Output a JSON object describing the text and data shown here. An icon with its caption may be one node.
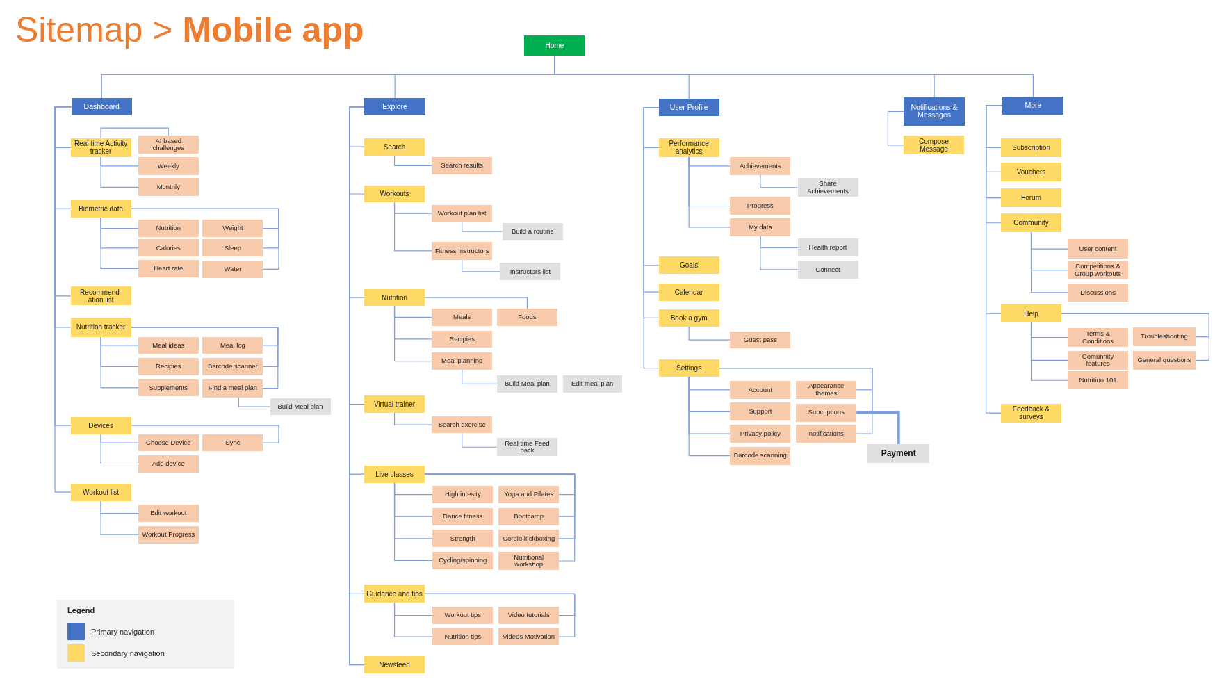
{
  "diagram": {
    "title": "Sitemap > **Mobile app**",
    "nodes": [
      {
        "text": [
          "Home"
        ]
      },
      {
        "text": [
          "Dashboard"
        ]
      },
      {
        "text": [
          "Real time Activity tracker"
        ]
      },
      {
        "text": [
          "AI based challenges"
        ]
      },
      {
        "text": [
          "Weekly"
        ]
      },
      {
        "text": [
          "Montnly"
        ]
      },
      {
        "text": [
          "Biometric data"
        ]
      },
      {
        "text": [
          "Nutrition"
        ]
      },
      {
        "text": [
          "Weight"
        ]
      },
      {
        "text": [
          "Calories"
        ]
      },
      {
        "text": [
          "Sleep"
        ]
      },
      {
        "text": [
          "Heart rate"
        ]
      },
      {
        "text": [
          "Water"
        ]
      },
      {
        "text": [
          "Recommend- ation list"
        ]
      },
      {
        "text": [
          "Nutrition tracker"
        ]
      },
      {
        "text": [
          "Meal ideas"
        ]
      },
      {
        "text": [
          "Meal log"
        ]
      },
      {
        "text": [
          "Recipies"
        ]
      },
      {
        "text": [
          "Barcode scanner"
        ]
      },
      {
        "text": [
          "Supplements"
        ]
      },
      {
        "text": [
          "Find a meal plan"
        ]
      },
      {
        "text": [
          "Build Meal plan"
        ]
      },
      {
        "text": [
          "Devices"
        ]
      },
      {
        "text": [
          "Choose Device"
        ]
      },
      {
        "text": [
          "Sync"
        ]
      },
      {
        "text": [
          "Add device"
        ]
      },
      {
        "text": [
          "Workout list"
        ]
      },
      {
        "text": [
          "Edit workout"
        ]
      },
      {
        "text": [
          "Workout Progress"
        ]
      },
      {
        "text": [
          "Explore"
        ]
      },
      {
        "text": [
          "Search"
        ]
      },
      {
        "text": [
          "Search results"
        ]
      },
      {
        "text": [
          "Workouts"
        ]
      },
      {
        "text": [
          "Workout plan list"
        ]
      },
      {
        "text": [
          "Build a routine"
        ]
      },
      {
        "text": [
          "Fitness Instructors"
        ]
      },
      {
        "text": [
          "Instructors list"
        ]
      },
      {
        "text": [
          "Nutrition"
        ]
      },
      {
        "text": [
          "Meals"
        ]
      },
      {
        "text": [
          "Foods"
        ]
      },
      {
        "text": [
          "Recipies"
        ]
      },
      {
        "text": [
          "Meal planning"
        ]
      },
      {
        "text": [
          "Build Meal plan"
        ]
      },
      {
        "text": [
          "Edit meal plan"
        ]
      },
      {
        "text": [
          "Virtual trainer"
        ]
      },
      {
        "text": [
          "Search exercise"
        ]
      },
      {
        "text": [
          "Real time Feed back"
        ]
      },
      {
        "text": [
          "Live classes"
        ]
      },
      {
        "text": [
          "High intesity"
        ]
      },
      {
        "text": [
          "Yoga and Pilates"
        ]
      },
      {
        "text": [
          "Dance fitness"
        ]
      },
      {
        "text": [
          "Bootcamp"
        ]
      },
      {
        "text": [
          "Strength"
        ]
      },
      {
        "text": [
          "Cordio kickboxing"
        ]
      },
      {
        "text": [
          "Cycling/spinning"
        ]
      },
      {
        "text": [
          "Nutritional workshop"
        ]
      },
      {
        "text": [
          "Guidance and tips"
        ]
      },
      {
        "text": [
          "Workout tips"
        ]
      },
      {
        "text": [
          "Video tutorials"
        ]
      },
      {
        "text": [
          "Nutrition tips"
        ]
      },
      {
        "text": [
          "Videos Motivation"
        ]
      },
      {
        "text": [
          "Newsfeed"
        ]
      },
      {
        "text": [
          "User Profile"
        ]
      },
      {
        "text": [
          "Performance analytics"
        ]
      },
      {
        "text": [
          "Achievements"
        ]
      },
      {
        "text": [
          "Share Achievements"
        ]
      },
      {
        "text": [
          "Progress"
        ]
      },
      {
        "text": [
          "My data"
        ]
      },
      {
        "text": [
          "Health report"
        ]
      },
      {
        "text": [
          "Connect"
        ]
      },
      {
        "text": [
          "Goals"
        ]
      },
      {
        "text": [
          "Calendar"
        ]
      },
      {
        "text": [
          "Book a gym"
        ]
      },
      {
        "text": [
          "Guest pass"
        ]
      },
      {
        "text": [
          "Settings"
        ]
      },
      {
        "text": [
          "Account"
        ]
      },
      {
        "text": [
          "Appearance themes"
        ]
      },
      {
        "text": [
          "Support"
        ]
      },
      {
        "text": [
          "Subcriptions"
        ]
      },
      {
        "text": [
          "Privacy policy"
        ]
      },
      {
        "text": [
          "notifications"
        ]
      },
      {
        "text": [
          "Barcode scanning"
        ]
      },
      {
        "text": [
          "Payment"
        ]
      },
      {
        "text": [
          "Notifications & Messages"
        ]
      },
      {
        "text": [
          "Compose Message"
        ]
      },
      {
        "text": [
          "More"
        ]
      },
      {
        "text": [
          "Subscription"
        ]
      },
      {
        "text": [
          "Vouchers"
        ]
      },
      {
        "text": [
          "Forum"
        ]
      },
      {
        "text": [
          "Community"
        ]
      },
      {
        "text": [
          "User content"
        ]
      },
      {
        "text": [
          "Competitions & Group workouts"
        ]
      },
      {
        "text": [
          "Discussions"
        ]
      },
      {
        "text": [
          "Help"
        ]
      },
      {
        "text": [
          "Terms & Conditions"
        ]
      },
      {
        "text": [
          "Troubleshooting"
        ]
      },
      {
        "text": [
          "Comunnity features"
        ]
      },
      {
        "text": [
          "General questions"
        ]
      },
      {
        "text": [
          "Nutrition 101"
        ]
      },
      {
        "text": [
          "Feedback & surveys"
        ]
      }
    ],
    "edges": [
      {
        "from": 0,
        "to": 1,
        "arrow": "none"
      },
      {
        "from": 0,
        "to": 29,
        "arrow": "none"
      },
      {
        "from": 0,
        "to": 62,
        "arrow": "none"
      },
      {
        "from": 0,
        "to": 83,
        "arrow": "none"
      },
      {
        "from": 0,
        "to": 85,
        "arrow": "none"
      },
      {
        "from": 1,
        "to": 2,
        "arrow": "none"
      },
      {
        "from": 1,
        "to": 6,
        "arrow": "none"
      },
      {
        "from": 1,
        "to": 13,
        "arrow": "none"
      },
      {
        "from": 1,
        "to": 14,
        "arrow": "none"
      },
      {
        "from": 1,
        "to": 22,
        "arrow": "none"
      },
      {
        "from": 1,
        "to": 26,
        "arrow": "none"
      },
      {
        "from": 2,
        "to": 3,
        "arrow": "none"
      },
      {
        "from": 2,
        "to": 4,
        "arrow": "none"
      },
      {
        "from": 2,
        "to": 5,
        "arrow": "none"
      },
      {
        "from": 6,
        "to": 7,
        "arrow": "none"
      },
      {
        "from": 6,
        "to": 8,
        "arrow": "none"
      },
      {
        "from": 6,
        "to": 9,
        "arrow": "none"
      },
      {
        "from": 6,
        "to": 10,
        "arrow": "none"
      },
      {
        "from": 6,
        "to": 11,
        "arrow": "none"
      },
      {
        "from": 6,
        "to": 12,
        "arrow": "none"
      },
      {
        "from": 14,
        "to": 15,
        "arrow": "none"
      },
      {
        "from": 14,
        "to": 16,
        "arrow": "none"
      },
      {
        "from": 14,
        "to": 17,
        "arrow": "none"
      },
      {
        "from": 14,
        "to": 18,
        "arrow": "none"
      },
      {
        "from": 14,
        "to": 19,
        "arrow": "none"
      },
      {
        "from": 14,
        "to": 20,
        "arrow": "none"
      },
      {
        "from": 20,
        "to": 21,
        "arrow": "none"
      },
      {
        "from": 22,
        "to": 23,
        "arrow": "none"
      },
      {
        "from": 22,
        "to": 24,
        "arrow": "none"
      },
      {
        "from": 22,
        "to": 25,
        "arrow": "none"
      },
      {
        "from": 26,
        "to": 27,
        "arrow": "none"
      },
      {
        "from": 26,
        "to": 28,
        "arrow": "none"
      },
      {
        "from": 29,
        "to": 30,
        "arrow": "none"
      },
      {
        "from": 29,
        "to": 32,
        "arrow": "none"
      },
      {
        "from": 29,
        "to": 37,
        "arrow": "none"
      },
      {
        "from": 29,
        "to": 44,
        "arrow": "none"
      },
      {
        "from": 29,
        "to": 47,
        "arrow": "none"
      },
      {
        "from": 29,
        "to": 56,
        "arrow": "none"
      },
      {
        "from": 29,
        "to": 61,
        "arrow": "none"
      },
      {
        "from": 30,
        "to": 31,
        "arrow": "none"
      },
      {
        "from": 32,
        "to": 33,
        "arrow": "none"
      },
      {
        "from": 32,
        "to": 35,
        "arrow": "none"
      },
      {
        "from": 33,
        "to": 34,
        "arrow": "none"
      },
      {
        "from": 35,
        "to": 36,
        "arrow": "none"
      },
      {
        "from": 37,
        "to": 38,
        "arrow": "none"
      },
      {
        "from": 37,
        "to": 39,
        "arrow": "none"
      },
      {
        "from": 37,
        "to": 40,
        "arrow": "none"
      },
      {
        "from": 37,
        "to": 41,
        "arrow": "none"
      },
      {
        "from": 41,
        "to": 42,
        "arrow": "none"
      },
      {
        "from": 44,
        "to": 45,
        "arrow": "none"
      },
      {
        "from": 45,
        "to": 46,
        "arrow": "none"
      },
      {
        "from": 47,
        "to": 48,
        "arrow": "none"
      },
      {
        "from": 47,
        "to": 49,
        "arrow": "none"
      },
      {
        "from": 47,
        "to": 50,
        "arrow": "none"
      },
      {
        "from": 47,
        "to": 51,
        "arrow": "none"
      },
      {
        "from": 47,
        "to": 52,
        "arrow": "none"
      },
      {
        "from": 47,
        "to": 53,
        "arrow": "none"
      },
      {
        "from": 47,
        "to": 54,
        "arrow": "none"
      },
      {
        "from": 47,
        "to": 55,
        "arrow": "none"
      },
      {
        "from": 56,
        "to": 57,
        "arrow": "none"
      },
      {
        "from": 56,
        "to": 58,
        "arrow": "none"
      },
      {
        "from": 56,
        "to": 59,
        "arrow": "none"
      },
      {
        "from": 56,
        "to": 60,
        "arrow": "none"
      },
      {
        "from": 62,
        "to": 63,
        "arrow": "none"
      },
      {
        "from": 62,
        "to": 70,
        "arrow": "none"
      },
      {
        "from": 62,
        "to": 71,
        "arrow": "none"
      },
      {
        "from": 62,
        "to": 72,
        "arrow": "none"
      },
      {
        "from": 62,
        "to": 74,
        "arrow": "none"
      },
      {
        "from": 63,
        "to": 64,
        "arrow": "none"
      },
      {
        "from": 63,
        "to": 66,
        "arrow": "none"
      },
      {
        "from": 63,
        "to": 67,
        "arrow": "none"
      },
      {
        "from": 64,
        "to": 65,
        "arrow": "none"
      },
      {
        "from": 67,
        "to": 68,
        "arrow": "none"
      },
      {
        "from": 67,
        "to": 69,
        "arrow": "none"
      },
      {
        "from": 72,
        "to": 73,
        "arrow": "none"
      },
      {
        "from": 74,
        "to": 75,
        "arrow": "none"
      },
      {
        "from": 74,
        "to": 76,
        "arrow": "none"
      },
      {
        "from": 74,
        "to": 77,
        "arrow": "none"
      },
      {
        "from": 74,
        "to": 78,
        "arrow": "none"
      },
      {
        "from": 74,
        "to": 79,
        "arrow": "none"
      },
      {
        "from": 74,
        "to": 80,
        "arrow": "none"
      },
      {
        "from": 74,
        "to": 81,
        "arrow": "none"
      },
      {
        "from": 78,
        "to": 82,
        "arrow": "none",
        "style": "thick"
      },
      {
        "from": 83,
        "to": 84,
        "arrow": "none"
      },
      {
        "from": 85,
        "to": 86,
        "arrow": "none"
      },
      {
        "from": 85,
        "to": 87,
        "arrow": "none"
      },
      {
        "from": 85,
        "to": 88,
        "arrow": "none"
      },
      {
        "from": 85,
        "to": 89,
        "arrow": "none"
      },
      {
        "from": 85,
        "to": 93,
        "arrow": "none"
      },
      {
        "from": 85,
        "to": 99,
        "arrow": "none"
      },
      {
        "from": 89,
        "to": 90,
        "arrow": "none"
      },
      {
        "from": 89,
        "to": 91,
        "arrow": "none"
      },
      {
        "from": 89,
        "to": 92,
        "arrow": "none"
      },
      {
        "from": 93,
        "to": 94,
        "arrow": "none"
      },
      {
        "from": 93,
        "to": 95,
        "arrow": "none"
      },
      {
        "from": 93,
        "to": 96,
        "arrow": "none"
      },
      {
        "from": 93,
        "to": 97,
        "arrow": "none"
      },
      {
        "from": 93,
        "to": 98,
        "arrow": "none"
      }
    ],
    "labels": [
      "Legend"
    ],
    "legend": [
      {
        "text": "Primary navigation",
        "color": "#4472c4"
      },
      {
        "text": "Secondary navigation",
        "color": "#ffd966"
      }
    ]
  }
}
